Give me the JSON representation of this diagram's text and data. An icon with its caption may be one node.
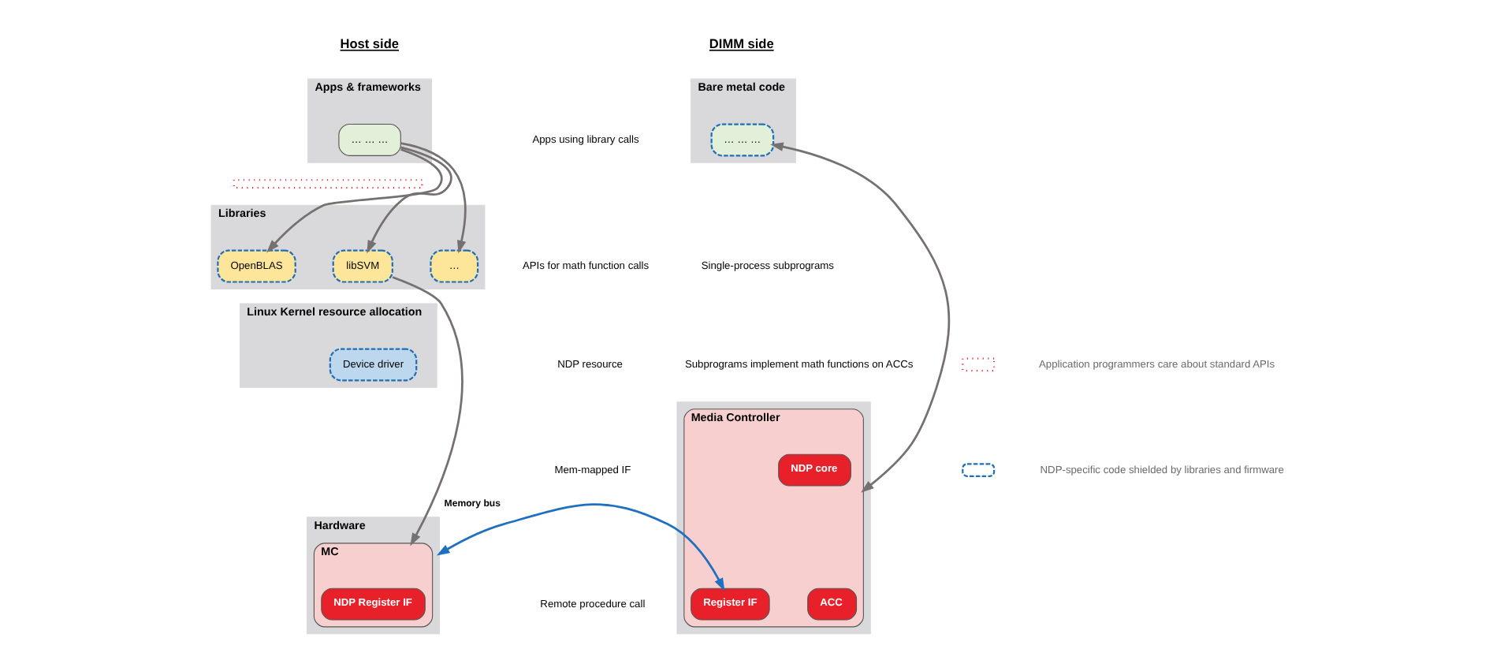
{
  "diagram": {
    "nodes": [
      {
        "text": [
          "Apps & frameworks"
        ]
      },
      {
        "text": [
          "… … …"
        ],
        "in": 0
      },
      {
        "text": [],
        "shape": "bar"
      },
      {
        "text": [
          "Libraries"
        ]
      },
      {
        "text": [
          "OpenBLAS"
        ],
        "in": 3
      },
      {
        "text": [
          "libSVM"
        ],
        "in": 3
      },
      {
        "text": [
          "…"
        ],
        "in": 3
      },
      {
        "text": [
          "Linux Kernel resource allocation"
        ]
      },
      {
        "text": [
          "Device driver"
        ],
        "in": 7
      },
      {
        "text": [
          "Hardware"
        ]
      },
      {
        "text": [
          "MC"
        ],
        "in": 9
      },
      {
        "text": [
          "NDP Register IF"
        ],
        "in": 10
      },
      {
        "text": [
          "Bare metal code"
        ]
      },
      {
        "text": [
          "… … …"
        ],
        "in": 12
      },
      {
        "text": [],
        "shape": "box"
      },
      {
        "text": [
          "Media Controller"
        ],
        "in": 14
      },
      {
        "text": [
          "Register IF"
        ],
        "in": 15
      },
      {
        "text": [
          "NDP core"
        ],
        "in": 15
      },
      {
        "text": [
          "ACC"
        ],
        "in": 15
      }
    ],
    "edges": [
      {
        "from": 1,
        "to": 4,
        "arrow": "to"
      },
      {
        "from": 1,
        "to": 5,
        "arrow": "to"
      },
      {
        "from": 1,
        "to": 6,
        "arrow": "to"
      },
      {
        "from": 5,
        "to": 10,
        "arrow": "to"
      },
      {
        "from": 15,
        "to": 13,
        "arrow": "both"
      },
      {
        "from": 9,
        "to": 16,
        "arrow": "both",
        "label": "Memory bus",
        "color": "#1f70c1"
      }
    ],
    "labels": [
      "Host side",
      "DIMM side",
      "Apps using library calls",
      "Single-process subprograms",
      "Subprograms implement math functions on ACCs",
      "APIs for math function calls",
      "NDP resource",
      "Mem-mapped IF",
      "Remote procedure call"
    ],
    "legend": [
      {
        "text": "Application programmers care about standard APIs"
      },
      {
        "text": "NDP-specific code shielded by libraries and firmware"
      }
    ]
  }
}
